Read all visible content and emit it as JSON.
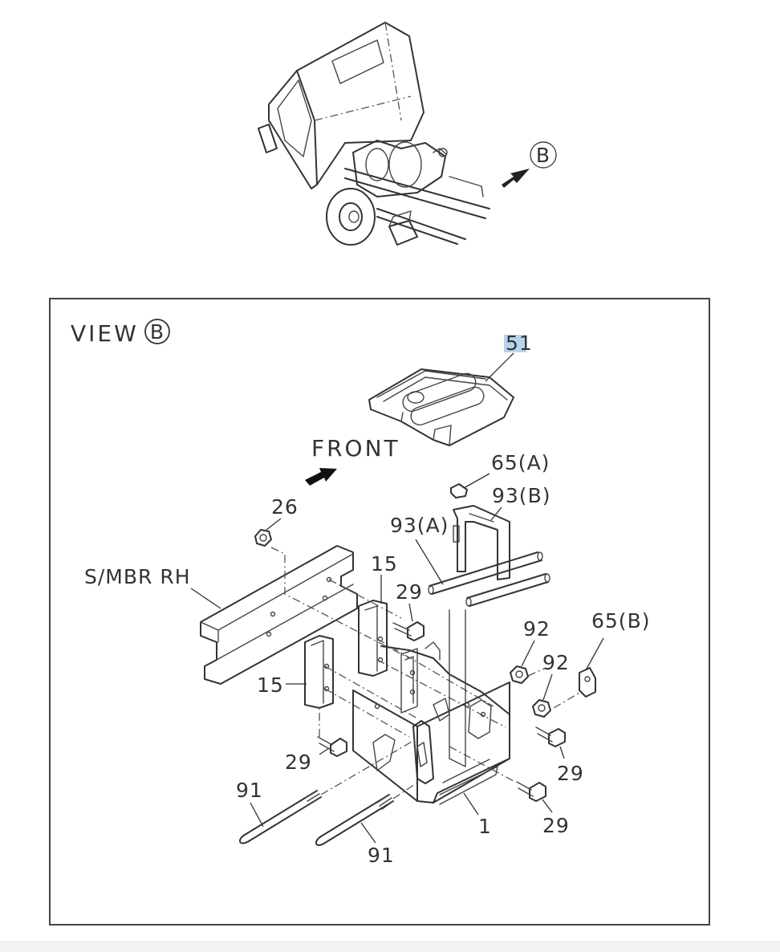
{
  "diagram": {
    "view_marker": "B",
    "view_title": "VIEW",
    "front_label": "FRONT",
    "member_label": "S/MBR RH",
    "highlight_color": "#b7d3ef",
    "callouts": [
      {
        "id": "c51",
        "text": "51"
      },
      {
        "id": "c65a",
        "text": "65(A)"
      },
      {
        "id": "c93b",
        "text": "93(B)"
      },
      {
        "id": "c93a",
        "text": "93(A)"
      },
      {
        "id": "c26",
        "text": "26"
      },
      {
        "id": "c15a",
        "text": "15"
      },
      {
        "id": "c29a",
        "text": "29"
      },
      {
        "id": "c92a",
        "text": "92"
      },
      {
        "id": "c65b",
        "text": "65(B)"
      },
      {
        "id": "c92b",
        "text": "92"
      },
      {
        "id": "c15b",
        "text": "15"
      },
      {
        "id": "c29b",
        "text": "29"
      },
      {
        "id": "c29c",
        "text": "29"
      },
      {
        "id": "c91a",
        "text": "91"
      },
      {
        "id": "c1",
        "text": "1"
      },
      {
        "id": "c29d",
        "text": "29"
      },
      {
        "id": "c91b",
        "text": "91"
      }
    ]
  }
}
